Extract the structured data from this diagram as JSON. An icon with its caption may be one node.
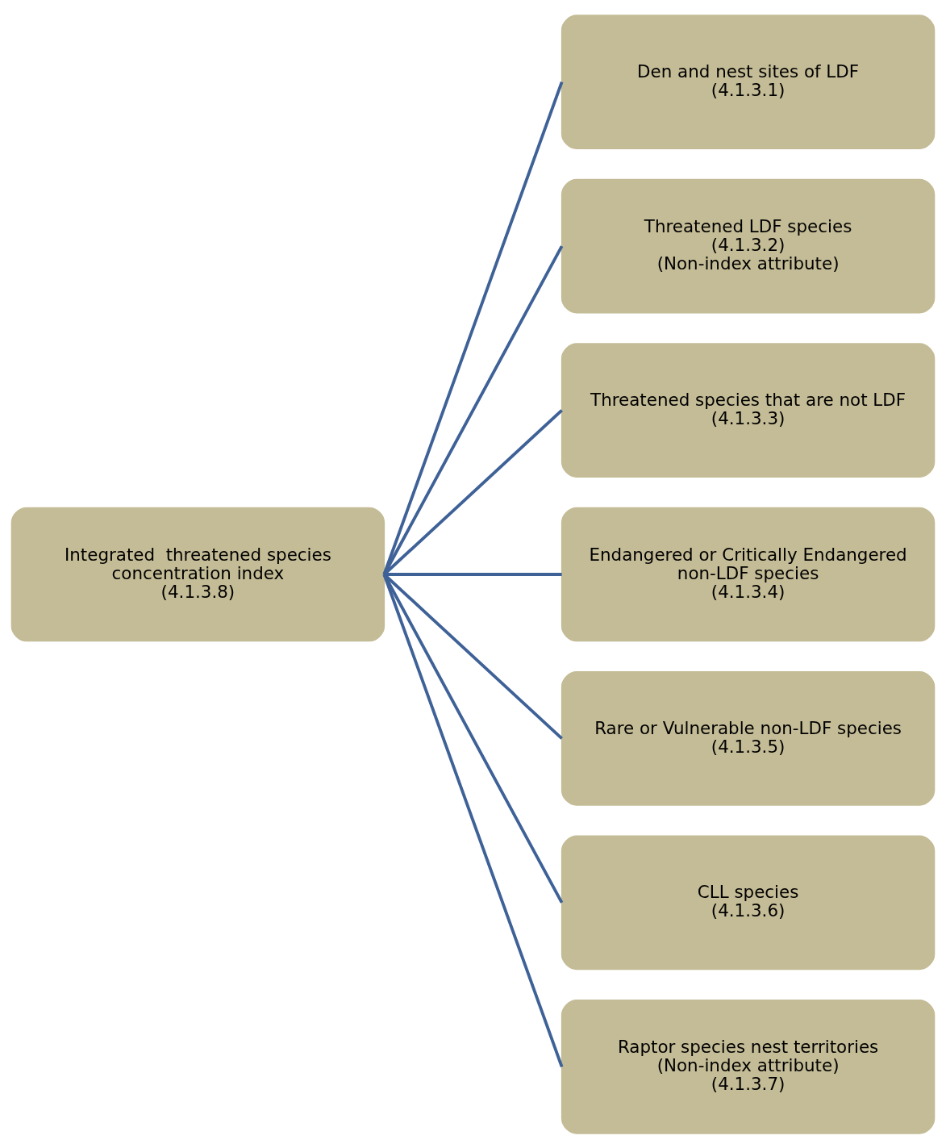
{
  "diagram": {
    "nodes": [
      {
        "text": [
          "Integrated  threatened species concentration index",
          "(4.1.3.8)"
        ]
      },
      {
        "text": [
          "Den and nest sites of LDF",
          "(4.1.3.1)"
        ]
      },
      {
        "text": [
          "Threatened LDF species",
          "(4.1.3.2)",
          "(Non-index attribute)"
        ]
      },
      {
        "text": [
          "Threatened species that are not LDF",
          "(4.1.3.3)"
        ]
      },
      {
        "text": [
          "Endangered or Critically Endangered non-LDF species",
          "(4.1.3.4)"
        ]
      },
      {
        "text": [
          "Rare or Vulnerable non-LDF species",
          "(4.1.3.5)"
        ]
      },
      {
        "text": [
          "CLL species",
          "(4.1.3.6)"
        ]
      },
      {
        "text": [
          "Raptor species nest territories",
          "(Non-index attribute)",
          "(4.1.3.7)"
        ]
      }
    ],
    "edges": [
      {
        "from": 0,
        "to": 1,
        "arrow": "none"
      },
      {
        "from": 0,
        "to": 2,
        "arrow": "none"
      },
      {
        "from": 0,
        "to": 3,
        "arrow": "none"
      },
      {
        "from": 0,
        "to": 4,
        "arrow": "none"
      },
      {
        "from": 0,
        "to": 5,
        "arrow": "none"
      },
      {
        "from": 0,
        "to": 6,
        "arrow": "none"
      },
      {
        "from": 0,
        "to": 7,
        "arrow": "none"
      }
    ]
  }
}
